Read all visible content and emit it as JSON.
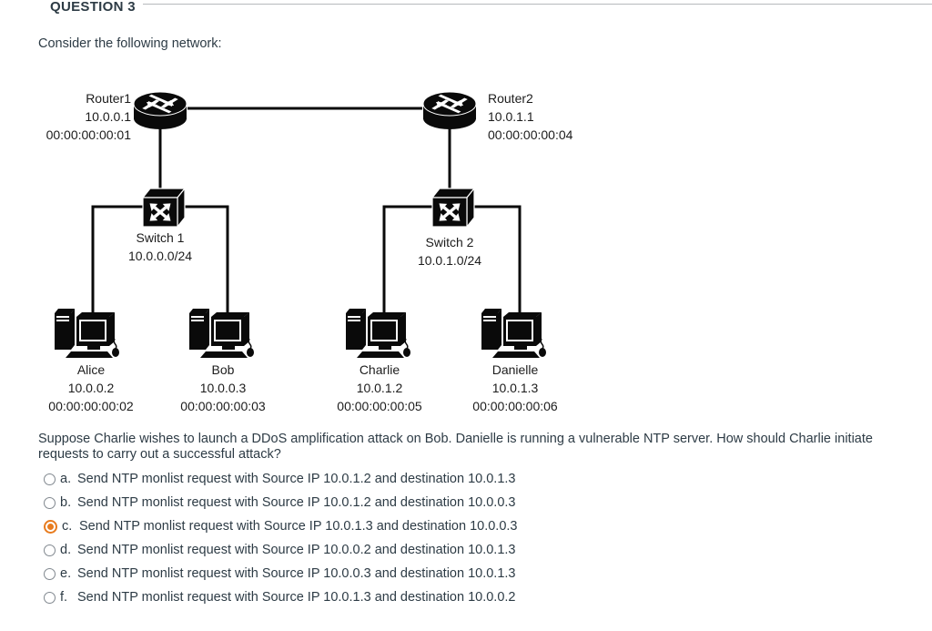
{
  "header": {
    "title": "QUESTION 3"
  },
  "intro": "Consider the following network:",
  "diagram": {
    "routers": [
      {
        "name": "Router1",
        "ip": "10.0.0.1",
        "mac": "00:00:00:00:01"
      },
      {
        "name": "Router2",
        "ip": "10.0.1.1",
        "mac": "00:00:00:00:04"
      }
    ],
    "switches": [
      {
        "name": "Switch 1",
        "subnet": "10.0.0.0/24"
      },
      {
        "name": "Switch 2",
        "subnet": "10.0.1.0/24"
      }
    ],
    "hosts": [
      {
        "name": "Alice",
        "ip": "10.0.0.2",
        "mac": "00:00:00:00:02"
      },
      {
        "name": "Bob",
        "ip": "10.0.0.3",
        "mac": "00:00:00:00:03"
      },
      {
        "name": "Charlie",
        "ip": "10.0.1.2",
        "mac": "00:00:00:00:05"
      },
      {
        "name": "Danielle",
        "ip": "10.0.1.3",
        "mac": "00:00:00:00:06"
      }
    ],
    "icons": {
      "router": "cisco-router-cylinder-with-arrows",
      "switch": "cisco-switch-cube-with-crossing-arrows",
      "host": "desktop-workstation-silhouette"
    }
  },
  "question": "Suppose Charlie wishes to launch a DDoS amplification attack on Bob. Danielle is running a vulnerable NTP server. How should Charlie initiate requests to carry out a successful attack?",
  "options": [
    {
      "letter": "a.",
      "text": "Send NTP monlist request with Source IP 10.0.1.2 and destination 10.0.1.3",
      "selected": false
    },
    {
      "letter": "b.",
      "text": "Send NTP monlist request with Source IP 10.0.1.2 and destination 10.0.0.3",
      "selected": false
    },
    {
      "letter": "c.",
      "text": "Send NTP monlist request with Source IP 10.0.1.3 and destination 10.0.0.3",
      "selected": true
    },
    {
      "letter": "d.",
      "text": "Send NTP monlist request with Source IP 10.0.0.2 and destination 10.0.1.3",
      "selected": false
    },
    {
      "letter": "e.",
      "text": "Send NTP monlist request with Source IP 10.0.0.3 and destination 10.0.1.3",
      "selected": false
    },
    {
      "letter": "f.",
      "text": "Send NTP monlist request with Source IP 10.0.1.3 and destination 10.0.0.2",
      "selected": false
    }
  ],
  "colors": {
    "accent": "#e87b1e",
    "text": "#2d3b45",
    "divider": "#b6b9bc",
    "icon": "#0a0a0a"
  }
}
